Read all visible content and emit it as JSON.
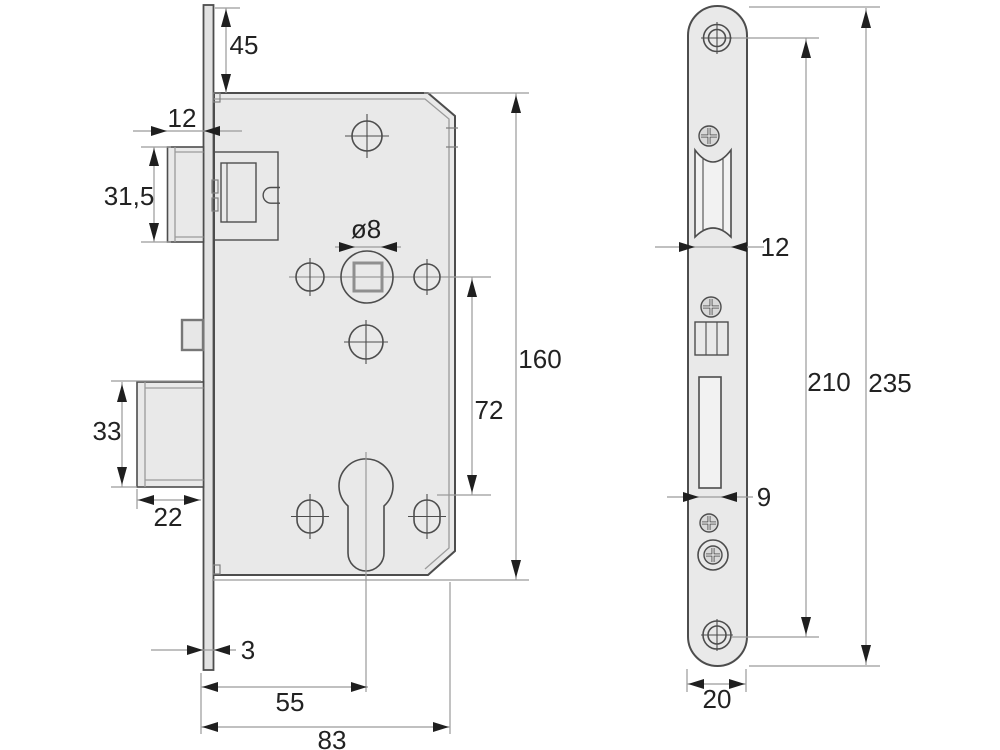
{
  "left_view": {
    "dims": {
      "top_offset": "45",
      "latch_protrusion": "12",
      "latch_height": "31,5",
      "follower_hole_diameter": "ø8",
      "case_height": "160",
      "centre_distance": "72",
      "deadbolt_height": "33",
      "deadbolt_throw": "22",
      "faceplate_thickness": "3",
      "backset": "55",
      "case_depth": "83"
    }
  },
  "right_view": {
    "dims": {
      "latch_cutout_width": "12",
      "screw_hole_spacing": "210",
      "faceplate_length": "235",
      "deadbolt_cutout_width": "9",
      "faceplate_width": "20"
    }
  },
  "colors": {
    "metal_fill": "#e9e9e9",
    "cutout_fill": "#f2f2f2",
    "edge_line": "#4d4d4d",
    "dimension_line": "#9a9a9a",
    "arrow": "#1f1f1f",
    "label_text": "#222222",
    "background": "#ffffff"
  }
}
